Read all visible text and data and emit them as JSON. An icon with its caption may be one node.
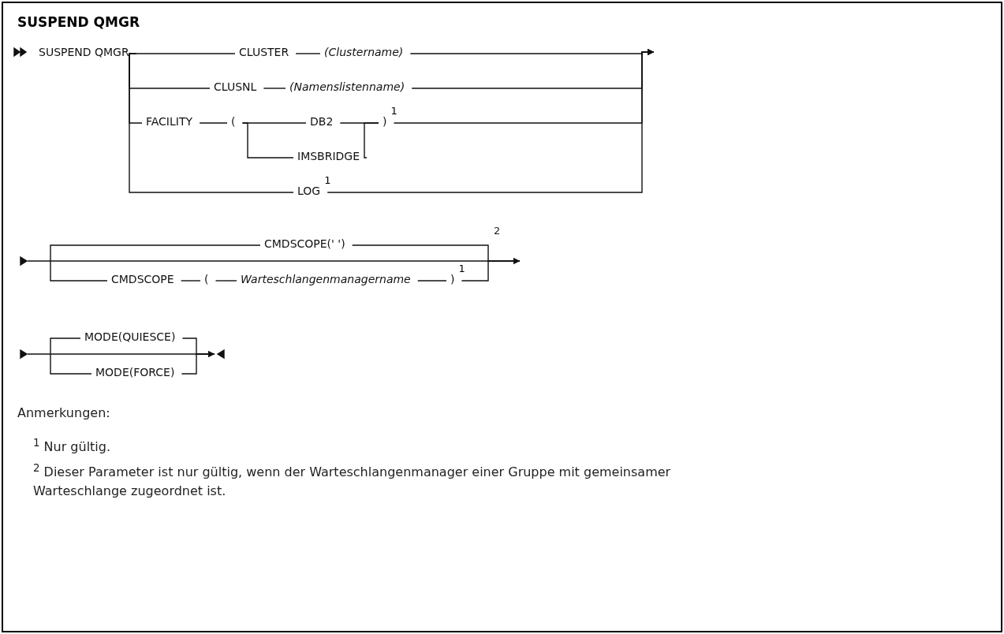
{
  "diagram": {
    "title": "SUSPEND QMGR",
    "nodes": [
      {
        "text": [
          "SUSPEND QMGR"
        ]
      },
      {
        "text": [
          "CLUSTER"
        ]
      },
      {
        "text": [
          "(Clustername)"
        ]
      },
      {
        "text": [
          "CLUSNL"
        ]
      },
      {
        "text": [
          "(Namenslistenname)"
        ]
      },
      {
        "text": [
          "FACILITY"
        ]
      },
      {
        "text": [
          "("
        ]
      },
      {
        "text": [
          "DB2"
        ]
      },
      {
        "text": [
          "IMSBRIDGE"
        ]
      },
      {
        "text": [
          ")"
        ],
        "beside": [
          "1"
        ]
      },
      {
        "text": [
          "LOG"
        ],
        "beside": [
          "1"
        ]
      },
      {
        "text": [
          "CMDSCOPE(' ')"
        ]
      },
      {
        "text": [
          "CMDSCOPE"
        ]
      },
      {
        "text": [
          "("
        ]
      },
      {
        "text": [
          "Warteschlangenmanagername"
        ]
      },
      {
        "text": [
          ")"
        ],
        "beside": [
          "1"
        ]
      },
      {
        "text": [
          "MODE(QUIESCE)"
        ]
      },
      {
        "text": [
          "MODE(FORCE)"
        ]
      }
    ],
    "edges": [
      {
        "from": 0,
        "to": 1,
        "arrow": "none"
      },
      {
        "from": 1,
        "to": 2,
        "arrow": "none"
      },
      {
        "from": 0,
        "to": 3,
        "arrow": "none"
      },
      {
        "from": 3,
        "to": 4,
        "arrow": "none"
      },
      {
        "from": 0,
        "to": 5,
        "arrow": "none"
      },
      {
        "from": 5,
        "to": 6,
        "arrow": "none"
      },
      {
        "from": 6,
        "to": 7,
        "arrow": "none"
      },
      {
        "from": 6,
        "to": 8,
        "arrow": "none"
      },
      {
        "from": 7,
        "to": 9,
        "arrow": "none"
      },
      {
        "from": 8,
        "to": 9,
        "arrow": "none"
      },
      {
        "from": 0,
        "to": 10,
        "arrow": "none"
      },
      {
        "from": 2,
        "to": null,
        "arrow": "to"
      },
      {
        "from": 4,
        "to": null,
        "arrow": "to"
      },
      {
        "from": 9,
        "to": null,
        "arrow": "to"
      },
      {
        "from": 10,
        "to": null,
        "arrow": "to"
      },
      {
        "from": null,
        "to": 11,
        "arrow": "none"
      },
      {
        "from": null,
        "to": 12,
        "arrow": "none"
      },
      {
        "from": 12,
        "to": 13,
        "arrow": "none"
      },
      {
        "from": 13,
        "to": 14,
        "arrow": "none"
      },
      {
        "from": 14,
        "to": 15,
        "arrow": "none"
      },
      {
        "from": 11,
        "to": null,
        "arrow": "to"
      },
      {
        "from": 15,
        "to": null,
        "arrow": "to"
      },
      {
        "from": null,
        "to": 16,
        "arrow": "none"
      },
      {
        "from": null,
        "to": 17,
        "arrow": "none"
      },
      {
        "from": 16,
        "to": null,
        "arrow": "to"
      },
      {
        "from": 17,
        "to": null,
        "arrow": "to"
      }
    ],
    "labels": [
      "2",
      "Anmerkungen:",
      "$^{1}$ Nur gültig.",
      "$^{2}$ Dieser Parameter ist nur gültig, wenn der Warteschlangenmanager einer Gruppe mit gemeinsamer Warteschlange zugeordnet ist."
    ]
  }
}
